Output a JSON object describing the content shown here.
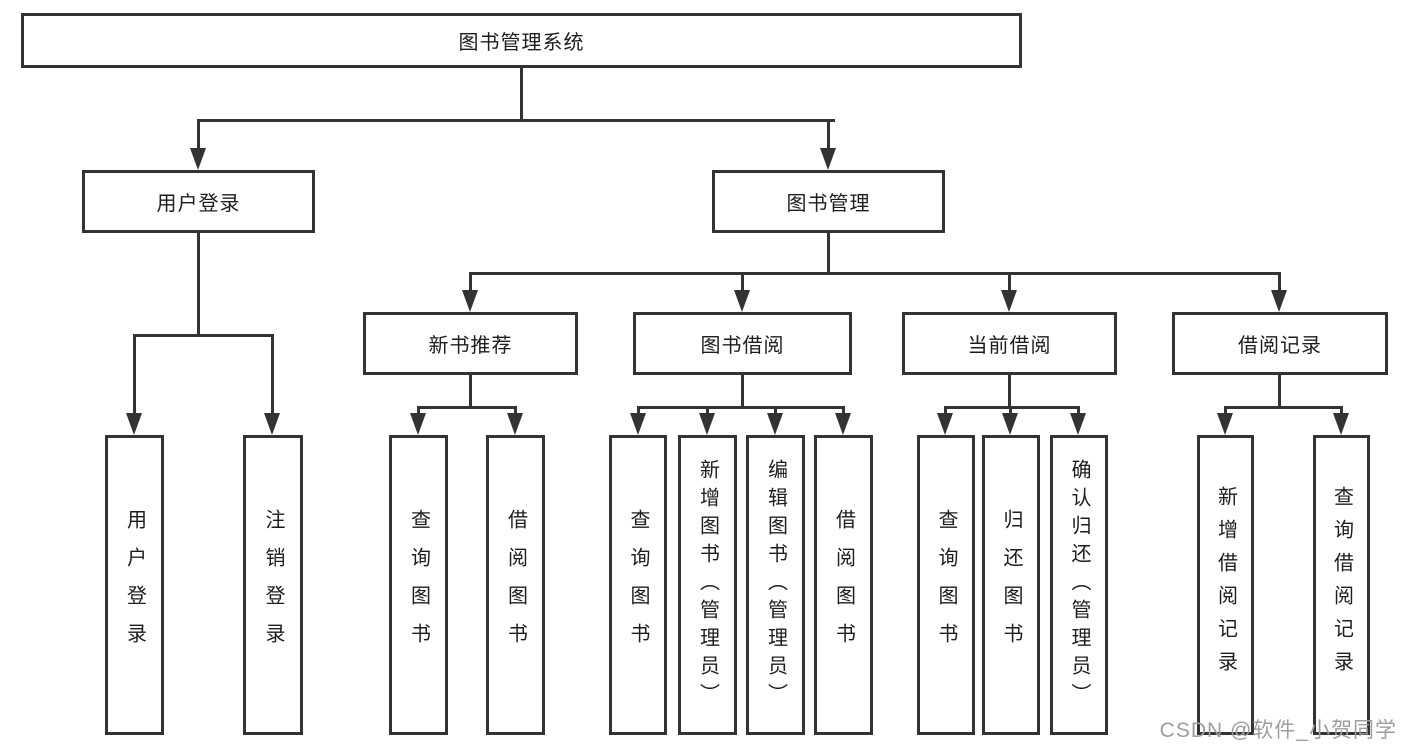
{
  "diagram_type": "hierarchy-tree",
  "tree": {
    "label": "图书管理系统",
    "children": [
      {
        "label": "用户登录",
        "children": [
          {
            "label": "用户登录"
          },
          {
            "label": "注销登录"
          }
        ]
      },
      {
        "label": "图书管理",
        "children": [
          {
            "label": "新书推荐",
            "children": [
              {
                "label": "查询图书"
              },
              {
                "label": "借阅图书"
              }
            ]
          },
          {
            "label": "图书借阅",
            "children": [
              {
                "label": "查询图书"
              },
              {
                "label": "新增图书（管理员）"
              },
              {
                "label": "编辑图书（管理员）"
              },
              {
                "label": "借阅图书"
              }
            ]
          },
          {
            "label": "当前借阅",
            "children": [
              {
                "label": "查询图书"
              },
              {
                "label": "归还图书"
              },
              {
                "label": "确认归还（管理员）"
              }
            ]
          },
          {
            "label": "借阅记录",
            "children": [
              {
                "label": "新增借阅记录"
              },
              {
                "label": "查询借阅记录"
              }
            ]
          }
        ]
      }
    ]
  },
  "watermark": {
    "text": "CSDN @软件_小贺同学"
  },
  "colors": {
    "line": "#333333",
    "text": "#1d1d1d",
    "background": "#ffffff",
    "watermark": "#9e9e9e"
  }
}
